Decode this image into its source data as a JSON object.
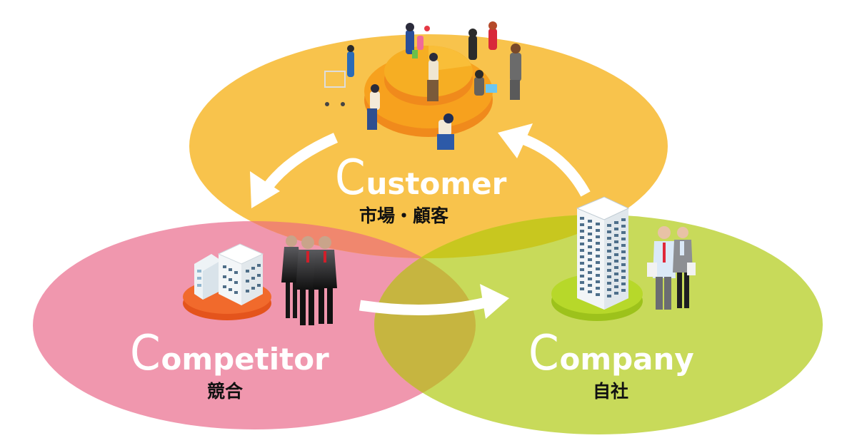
{
  "diagram": {
    "type": "3C analysis venn diagram",
    "circles": [
      {
        "id": "customer",
        "initial": "C",
        "rest": "ustomer",
        "label_en": "Customer",
        "label_jp": "市場・顧客",
        "color": "#F8C34C",
        "illustration": "customers-around-pie-chart"
      },
      {
        "id": "competitor",
        "initial": "C",
        "rest": "ompetitor",
        "label_en": "Competitor",
        "label_jp": "競合",
        "color": "#F097AE",
        "illustration": "competitor-buildings-and-businesspeople"
      },
      {
        "id": "company",
        "initial": "C",
        "rest": "ompany",
        "label_en": "Company",
        "label_jp": "自社",
        "color": "#C8DA5A",
        "illustration": "company-tower-and-employees"
      }
    ],
    "overlap_colors": {
      "customer_competitor": "#F0876E",
      "customer_company": "#C8C71F",
      "competitor_company": "#C6B540"
    },
    "arrows": [
      {
        "from": "customer",
        "to": "competitor",
        "icon": "curved-arrow-icon"
      },
      {
        "from": "competitor",
        "to": "company",
        "icon": "curved-arrow-icon"
      },
      {
        "from": "company",
        "to": "customer",
        "icon": "curved-arrow-icon"
      }
    ]
  }
}
